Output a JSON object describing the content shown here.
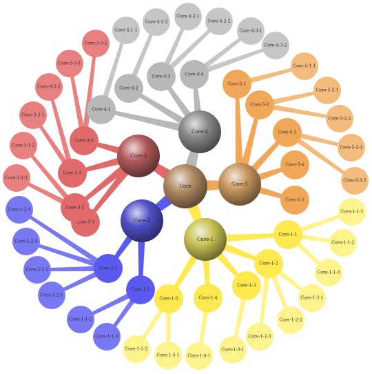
{
  "center": {
    "label": "Core",
    "color": "#b08a62"
  },
  "branches": [
    {
      "key": "1",
      "label": "Core-1",
      "color": "#ffe94f",
      "light": "#fff38c",
      "hub": "#c9c455",
      "nodes": [
        {
          "label": "Core-1-1",
          "children": [
            "Core-1-1-1",
            "Core-1-1-2",
            "Core-1-1-3"
          ]
        },
        {
          "label": "Core-1-2",
          "children": [
            "Core-1-2-1",
            "Core-1-2-2",
            "Core-1-2-3"
          ]
        },
        {
          "label": "Core-1-3",
          "children": [
            "Core-1-3-1"
          ]
        },
        {
          "label": "Core-1-4",
          "children": [
            "Core-1-4-1"
          ]
        },
        {
          "label": "Core-1-5",
          "children": [
            "Core-1-5-1",
            "Core-1-5-2"
          ]
        }
      ]
    },
    {
      "key": "2",
      "label": "Core-2",
      "color": "#5a5af0",
      "light": "#7878f2",
      "hub": "#5050c8",
      "nodes": [
        {
          "label": "Core-2-1",
          "children": [
            "Core-1-1-2",
            "Core-1-1-3"
          ]
        },
        {
          "label": "Core-2-2",
          "children": [
            "Core-2-2-1",
            "Core-2-2-2",
            "Core-2-2-3",
            "Core-2-2-4"
          ]
        }
      ]
    },
    {
      "key": "3",
      "label": "Core-3",
      "color": "#e06a6a",
      "light": "#e88080",
      "hub": "#b05a5a",
      "nodes": [
        {
          "label": "Core-3-1",
          "children": []
        },
        {
          "label": "Core-3-2",
          "children": [
            "Core-3-1-1",
            "Core-3-1-2"
          ]
        },
        {
          "label": "Core-3-3",
          "children": [
            "Core-3-2-1",
            "Core-3-2-2"
          ]
        },
        {
          "label": "Core-3-4",
          "children": [
            "Core-3-3-1",
            "Core-3-3-2"
          ]
        }
      ]
    },
    {
      "key": "4",
      "label": "Core-4",
      "color": "#b8b8b8",
      "light": "#c6c6c6",
      "hub": "#8a8a8a",
      "nodes": [
        {
          "label": "Core-4-1",
          "children": [
            "Core-4-1-1"
          ]
        },
        {
          "label": "Core-4-2",
          "children": [
            "Core-4-1-2"
          ]
        },
        {
          "label": "Core-4-3",
          "children": [
            "Core-4-2-1",
            "Core-4-2-2"
          ]
        },
        {
          "label": "Core-4-4",
          "children": [
            "Core-4-3-1",
            "Core-4-3-2"
          ]
        }
      ]
    },
    {
      "key": "5",
      "label": "Core-5",
      "color": "#f0a858",
      "light": "#f3bb7c",
      "hub": "#c8965e",
      "nodes": [
        {
          "label": "Core-5-1",
          "children": [
            "Core-5-1-1"
          ]
        },
        {
          "label": "Core-5-2",
          "children": [
            "Core-5-2-1",
            "Core-5-2-2"
          ]
        },
        {
          "label": "Core-5-3",
          "children": [
            "Core-5-3-1",
            "Core-5-3-2"
          ]
        },
        {
          "label": "Core-5-4",
          "children": []
        },
        {
          "label": "Core-5-5",
          "children": []
        }
      ]
    }
  ]
}
